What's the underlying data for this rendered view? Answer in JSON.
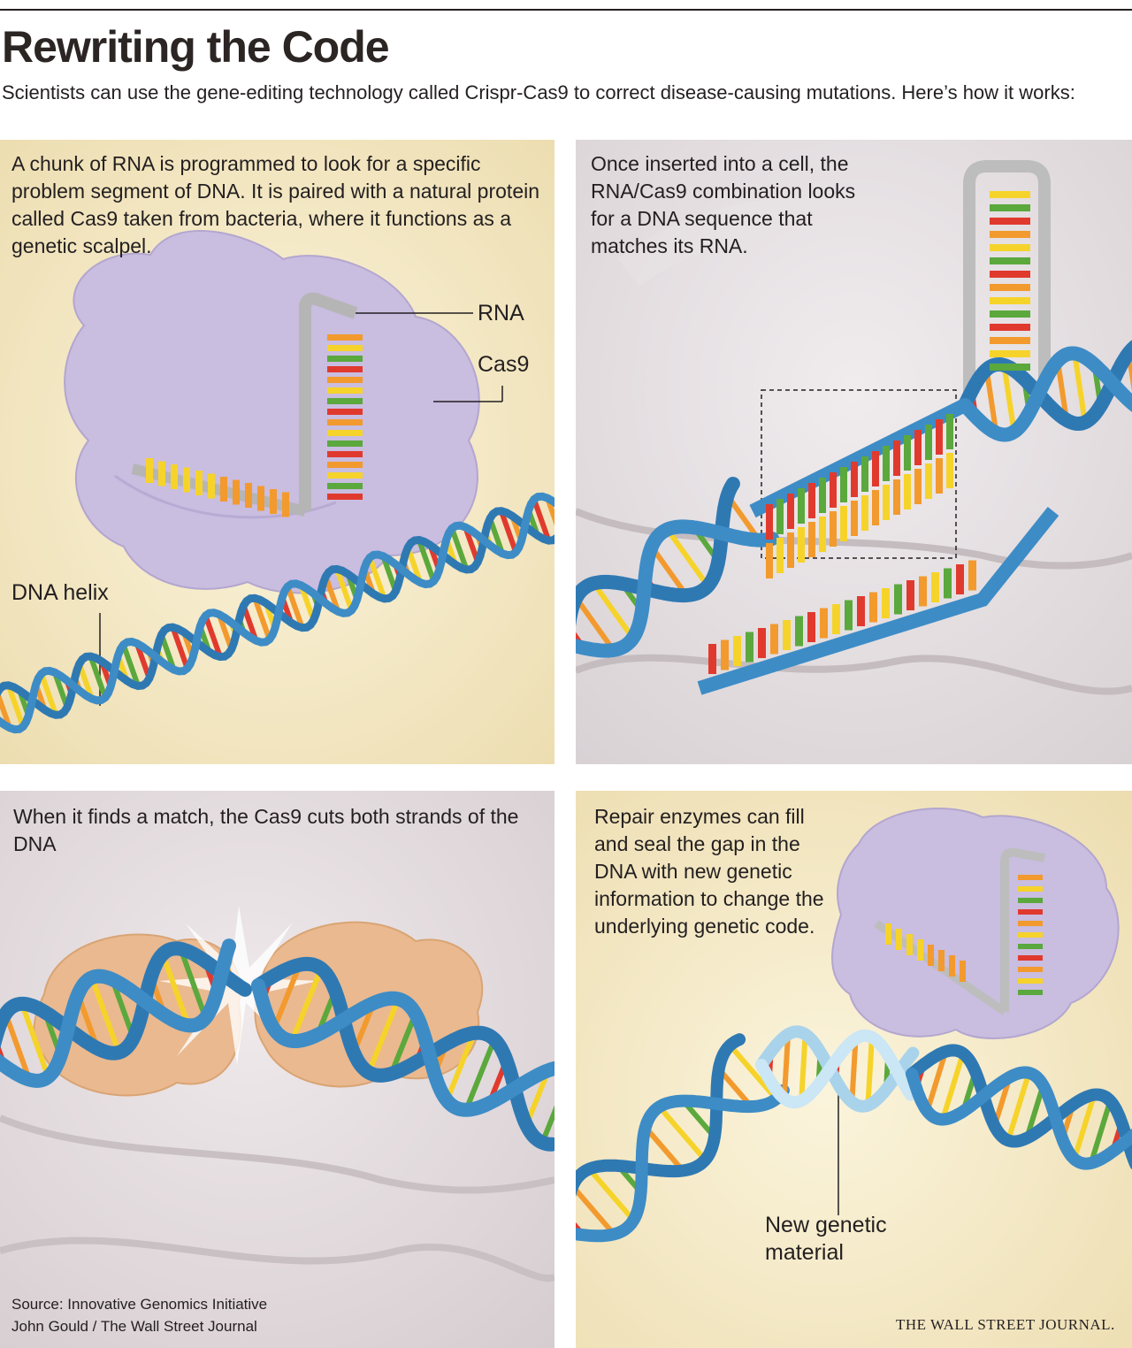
{
  "title": "Rewriting the Code",
  "subtitle": "Scientists can use the gene-editing technology called Crispr-Cas9 to correct disease-causing mutations. Here’s how it works:",
  "panels": [
    {
      "text": "A chunk of RNA is programmed to look for a specific problem segment of DNA. It is paired with a natural protein called Cas9 taken from bacteria, where it functions as a genetic scalpel.",
      "labels": {
        "rna": "RNA",
        "cas9": "Cas9",
        "dna_helix": "DNA helix"
      }
    },
    {
      "text": "Once inserted into a cell, the RNA/Cas9 combination looks for a DNA sequence that matches its RNA."
    },
    {
      "text": "When it finds a match, the Cas9 cuts both strands of the DNA"
    },
    {
      "text": "Repair enzymes can fill and seal the gap in the DNA with new genetic information to change the underlying genetic code.",
      "labels": {
        "new_material": "New genetic material"
      }
    }
  ],
  "footer": {
    "source": "Source: Innovative Genomics Initiative",
    "credit": "John Gould / The Wall Street Journal",
    "publisher": "THE WALL STREET JOURNAL."
  },
  "colors": {
    "panel_warm": "#f1e4b8",
    "panel_cool": "#ddd6d9",
    "protein": "#c9bde0",
    "protein_orange": "#eab98f",
    "helix_blue": "#3d8cc6",
    "rung_red": "#e03a2e",
    "rung_orange": "#f29a2e",
    "rung_yellow": "#f6d32a",
    "rung_green": "#5ba83d"
  }
}
